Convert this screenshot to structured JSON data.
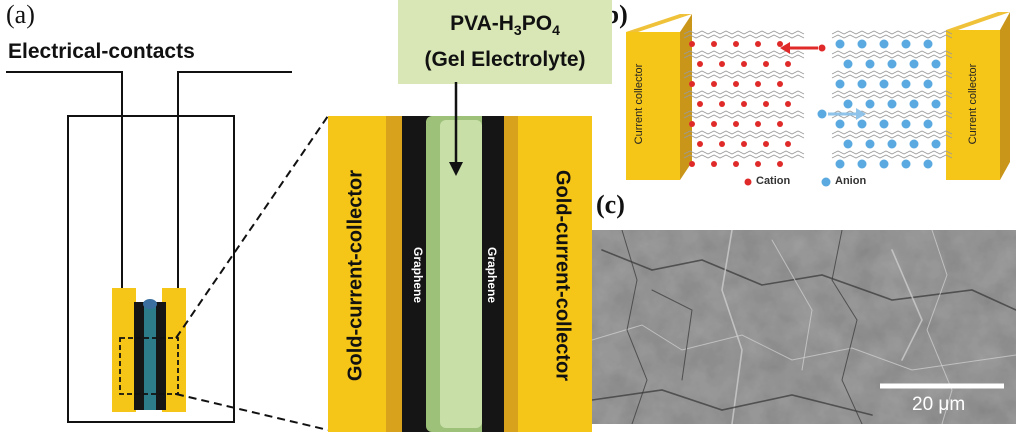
{
  "panels": {
    "a": {
      "label": "(a)"
    },
    "b": {
      "label": "(b)"
    },
    "c": {
      "label": "(c)"
    }
  },
  "contacts": {
    "title": "Electrical-contacts"
  },
  "electrolyte": {
    "line1_pre": "PVA-H",
    "line1_sub1": "3",
    "line1_mid": "PO",
    "line1_sub2": "4",
    "line2": "(Gel Electrolyte)"
  },
  "electrodes": {
    "left_collector": "Gold-current-collector",
    "right_collector": "Gold-current-collector",
    "left_graphene": "Graphene",
    "right_graphene": "Graphene"
  },
  "schematic": {
    "left_collector": "Current collector",
    "right_collector": "Current collector",
    "legend_cation": "Cation",
    "legend_anion": "Anion"
  },
  "sem": {
    "scale_bar": "20 μm"
  },
  "colors": {
    "gold": "#f5c518",
    "gold_dark": "#d8a21c",
    "graphene": "#151515",
    "gel": "#9ec17a",
    "gel_light": "#c8dfa8",
    "cation": "#e02a2a",
    "anion": "#5aa9e0"
  }
}
